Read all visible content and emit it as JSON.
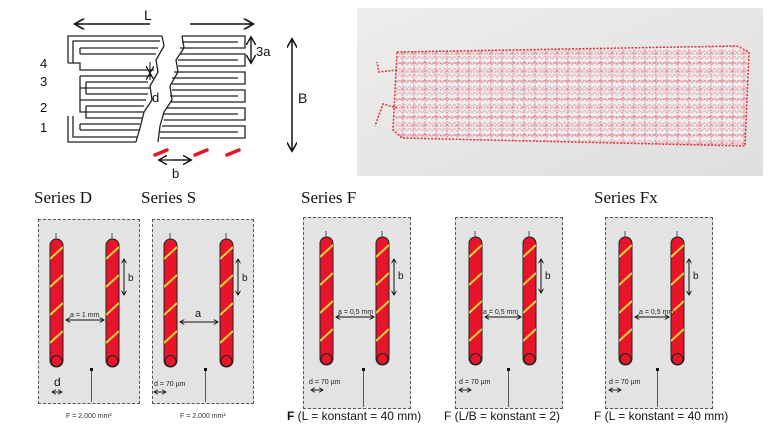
{
  "top_diagram": {
    "label_L": "L",
    "label_3a": "3a",
    "label_B": "B",
    "label_d": "d",
    "label_b": "b",
    "layer_numbers": [
      "4",
      "3",
      "2",
      "1"
    ]
  },
  "panels": [
    {
      "title": "Series D",
      "a_label": "a = 1 mm",
      "b_label": "b",
      "d_label": "d",
      "caption": "F = 2.000 mm²"
    },
    {
      "title": "Series S",
      "a_label": "a",
      "b_label": "b",
      "d_label": "d = 70 µm",
      "caption": "F = 2.000 mm²"
    },
    {
      "title": "Series F",
      "a_label": "a = 0,5 mm",
      "b_label": "b",
      "d_label": "d = 70 µm",
      "caption_bold": "F",
      "caption": " (L = konstant = 40 mm)"
    },
    {
      "title": "",
      "a_label": "a = 0,5 mm",
      "b_label": "b",
      "d_label": "d = 70 µm",
      "caption": "F (L/B = konstant = 2)"
    },
    {
      "title": "Series Fx",
      "a_label": "a = 0,5 mm",
      "b_label": "b",
      "d_label": "d = 70 µm",
      "caption": "F (L = konstant = 40 mm)"
    }
  ],
  "colors": {
    "electrode": "#e8142a",
    "stripe": "#e6d23c",
    "panel_bg": "#e3e3e3",
    "fabric_bg": "#ecebea",
    "knit_red": "#d8323f"
  }
}
